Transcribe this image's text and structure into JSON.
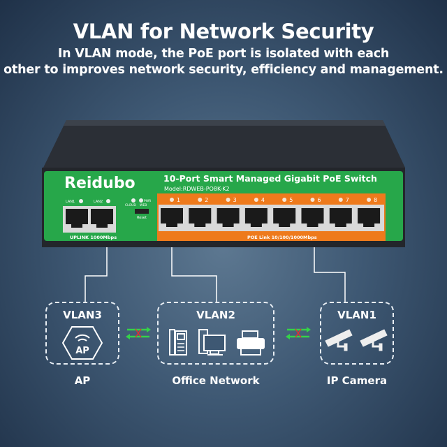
{
  "header": {
    "title": "VLAN for Network Security",
    "subtitle_line1": "In VLAN mode, the PoE port is isolated with each",
    "subtitle_line2": "other to  improves network security, efficiency and management."
  },
  "device": {
    "brand": "Reidubo",
    "product_name": "10-Port Smart Managed Gigabit PoE Switch",
    "model": "Model:RDWEB-PO8K-K2",
    "uplink_ports": [
      "LAN1",
      "LAN2"
    ],
    "uplink_label": "UPLINK 1000Mbps",
    "status_leds": [
      "CLOUD",
      "PWR",
      "WEB"
    ],
    "reset_label": "Reset",
    "poe_ports": [
      "1",
      "2",
      "3",
      "4",
      "5",
      "6",
      "7",
      "8"
    ],
    "poe_label": "POE Link 10/100/1000Mbps",
    "colors": {
      "panel": "#27a74a",
      "poe": "#ee7a1c",
      "body": "#2b2f36"
    }
  },
  "vlans": [
    {
      "name": "VLAN3",
      "caption": "AP",
      "icon": "wifi-ap-icon",
      "icon_text": "AP"
    },
    {
      "name": "VLAN2",
      "caption": "Office Network",
      "icons": [
        "phone-icon",
        "computer-icon",
        "printer-icon"
      ]
    },
    {
      "name": "VLAN1",
      "caption": "IP Camera",
      "icons": [
        "camera-icon",
        "camera-icon"
      ]
    }
  ],
  "isolation_icon": "blocked-bidirectional-arrows-icon"
}
